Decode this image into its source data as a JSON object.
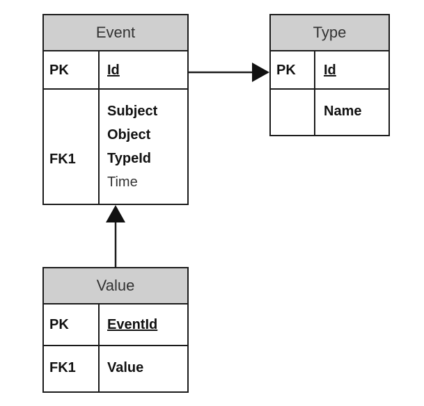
{
  "entities": {
    "event": {
      "title": "Event",
      "pk_label": "PK",
      "pk_field": "Id",
      "fk_label": "FK1",
      "fields": [
        "Subject",
        "Object",
        "TypeId",
        "Time"
      ]
    },
    "type": {
      "title": "Type",
      "pk_label": "PK",
      "pk_field": "Id",
      "fields": [
        "Name"
      ]
    },
    "value": {
      "title": "Value",
      "pk_label": "PK",
      "pk_field": "EventId",
      "fk_label": "FK1",
      "fields": [
        "Value"
      ]
    }
  },
  "relationships": [
    {
      "from": "Event",
      "to": "Type"
    },
    {
      "from": "Value",
      "to": "Event"
    }
  ],
  "colors": {
    "header_fill": "#cfcfcf",
    "border": "#1a1a1a",
    "background": "#ffffff"
  }
}
